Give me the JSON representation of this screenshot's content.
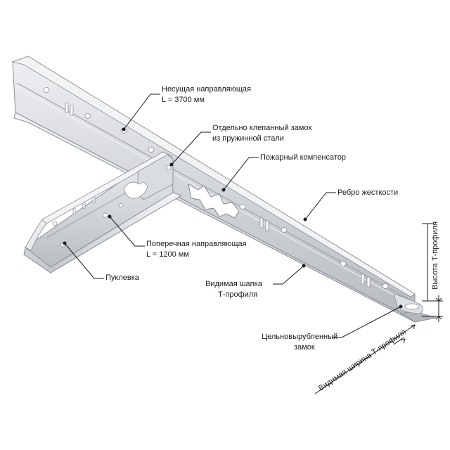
{
  "labels": {
    "main_rail_line1": "Несущая направляющая",
    "main_rail_line2": "L = 3700 мм",
    "riveted_lock_line1": "Отдельно клепанный замок",
    "riveted_lock_line2": "из пружинной стали",
    "fire_compensator": "Пожарный компенсатор",
    "stiffener_rib": "Ребро жесткости",
    "cross_rail_line1": "Поперечная направляющая",
    "cross_rail_line2": "L = 1200 мм",
    "embossing": "Пуклевка",
    "visible_cap_line1": "Видимая шапка",
    "visible_cap_line2": "Т-профиля",
    "diecut_lock_line1": "Цельновырубленный",
    "diecut_lock_line2": "замок",
    "t_height": "Высота Т-профиля",
    "t_width": "Видимая ширина Т-профиля"
  },
  "colors": {
    "metal_light": "#e4e6e8",
    "metal_mid": "#c9ccd0",
    "metal_dark": "#a9adb2",
    "outline": "#8a8e94",
    "hole": "#ffffff",
    "text": "#1a1a1a"
  }
}
